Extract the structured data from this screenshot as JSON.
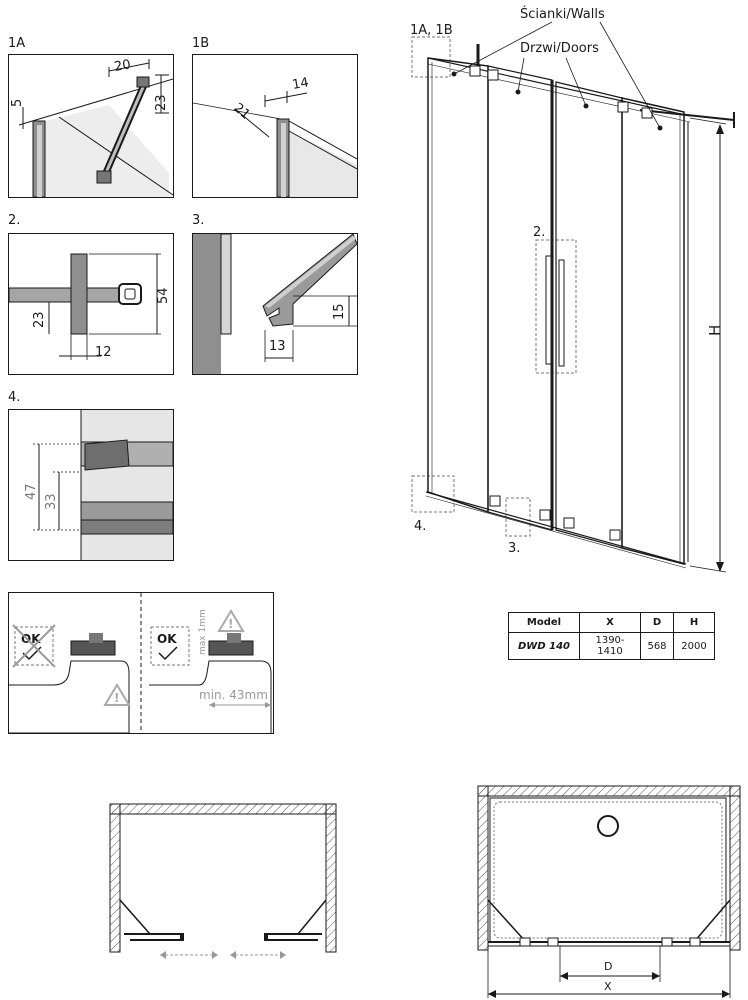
{
  "details": {
    "d1a": {
      "label": "1A",
      "dims": [
        "20",
        "5",
        "23"
      ]
    },
    "d1b": {
      "label": "1B",
      "dims": [
        "14",
        "21"
      ]
    },
    "d2": {
      "label": "2.",
      "dims": [
        "54",
        "23",
        "12"
      ]
    },
    "d3": {
      "label": "3.",
      "dims": [
        "15",
        "13"
      ]
    },
    "d4": {
      "label": "4.",
      "dims": [
        "47",
        "33"
      ]
    }
  },
  "installation_note": {
    "ok_left": "OK",
    "ok_right": "OK",
    "max_gap": "max 1mm",
    "min_width": "min. 43mm"
  },
  "main_view": {
    "ref_1a1b": "1A, 1B",
    "walls": "Ścianki/Walls",
    "doors": "Drzwi/Doors",
    "ref_2": "2.",
    "ref_3": "3.",
    "ref_4": "4.",
    "height": "H"
  },
  "spec_table": {
    "headers": [
      "Model",
      "X",
      "D",
      "H"
    ],
    "row": [
      "DWD 140",
      "1390-1410",
      "568",
      "2000"
    ]
  },
  "plan_view": {
    "d": "D",
    "x": "X"
  },
  "colors": {
    "line": "#1a1a1a",
    "glass": "#a6a6a6",
    "hatch": "#555555",
    "warning": "#9a9a9a"
  }
}
